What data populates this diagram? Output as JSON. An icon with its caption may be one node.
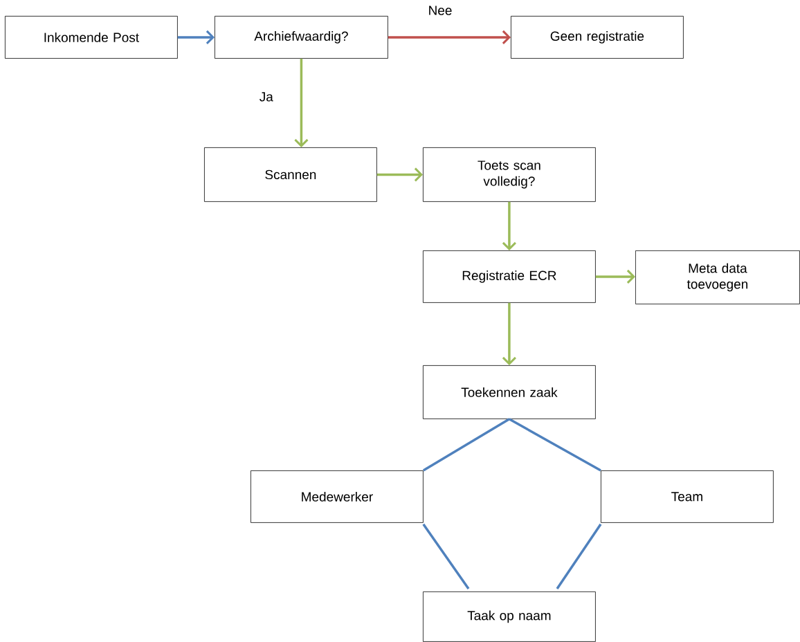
{
  "diagram": {
    "nodes": [
      {
        "text": [
          "Inkomende Post"
        ]
      },
      {
        "text": [
          "Archiefwaardig?"
        ]
      },
      {
        "text": [
          "Geen registratie"
        ]
      },
      {
        "text": [
          "Scannen"
        ]
      },
      {
        "text": [
          "Toets scan volledig?"
        ]
      },
      {
        "text": [
          "Registratie ECR"
        ]
      },
      {
        "text": [
          "Meta data toevoegen"
        ]
      },
      {
        "text": [
          "Toekennen zaak"
        ]
      },
      {
        "text": [
          "Medewerker"
        ]
      },
      {
        "text": [
          "Team"
        ]
      },
      {
        "text": [
          "Taak op naam"
        ]
      }
    ],
    "edges": [
      {
        "from": 0,
        "to": 1,
        "arrow": "to",
        "color": "#4f81bd"
      },
      {
        "from": 1,
        "to": 2,
        "arrow": "to",
        "label": "Nee",
        "color": "#c0504d"
      },
      {
        "from": 1,
        "to": 3,
        "arrow": "to",
        "label": "Ja",
        "color": "#9bbb59"
      },
      {
        "from": 3,
        "to": 4,
        "arrow": "to",
        "color": "#9bbb59"
      },
      {
        "from": 4,
        "to": 5,
        "arrow": "to",
        "color": "#9bbb59"
      },
      {
        "from": 5,
        "to": 6,
        "arrow": "to",
        "color": "#9bbb59"
      },
      {
        "from": 5,
        "to": 7,
        "arrow": "to",
        "color": "#9bbb59"
      },
      {
        "from": 7,
        "to": 8,
        "arrow": "none",
        "color": "#4f81bd"
      },
      {
        "from": 7,
        "to": 9,
        "arrow": "none",
        "color": "#4f81bd"
      },
      {
        "from": 8,
        "to": 10,
        "arrow": "none",
        "color": "#4f81bd"
      },
      {
        "from": 9,
        "to": 10,
        "arrow": "none",
        "color": "#4f81bd"
      }
    ]
  }
}
